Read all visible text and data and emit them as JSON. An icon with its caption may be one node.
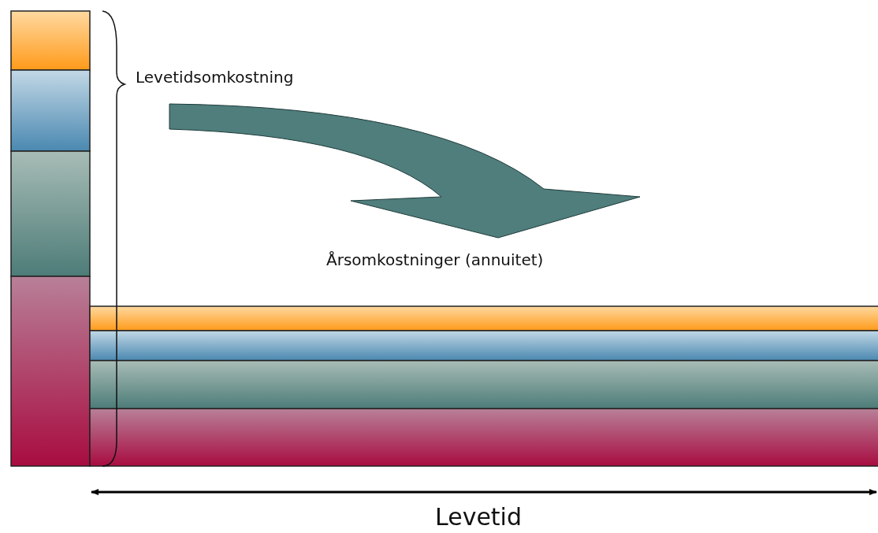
{
  "diagram": {
    "labels": [
      "Levetidsomkostning",
      "Årsomkostninger (annuitet)",
      "Levetid"
    ]
  }
}
